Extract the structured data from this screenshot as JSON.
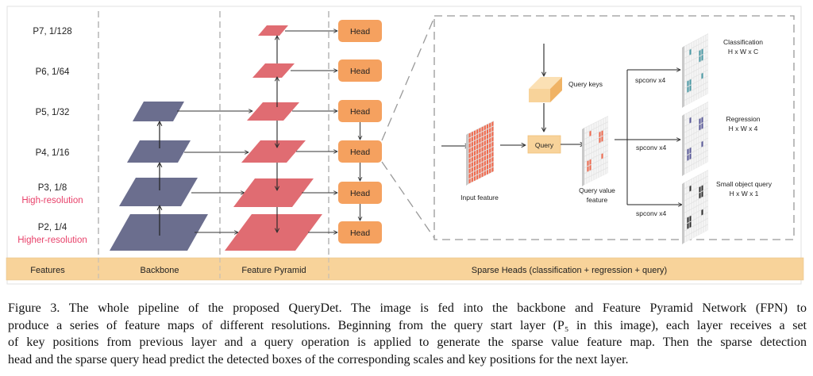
{
  "features": {
    "levels": [
      {
        "name": "P7, 1/128",
        "note": ""
      },
      {
        "name": "P6, 1/64",
        "note": ""
      },
      {
        "name": "P5, 1/32",
        "note": ""
      },
      {
        "name": "P4, 1/16",
        "note": ""
      },
      {
        "name": "P3, 1/8",
        "note": "High-resolution"
      },
      {
        "name": "P2, 1/4",
        "note": "Higher-resolution"
      }
    ]
  },
  "heads": {
    "label": "Head",
    "count": 6
  },
  "sparse_head": {
    "input_feature": "Input feature",
    "query_keys": "Query keys",
    "query": "Query",
    "query_value_feature_line1": "Query value",
    "query_value_feature_line2": "feature",
    "spconv": "spconv x4",
    "outputs": [
      {
        "title": "Classification",
        "shape": "H x W x C",
        "cell_color": "#4a9aa6"
      },
      {
        "title": "Regression",
        "shape": "H x W x 4",
        "cell_color": "#5a5a9a"
      },
      {
        "title": "Small object query",
        "shape": "H x W x 1",
        "cell_color": "#2f2f2f"
      }
    ]
  },
  "bottom_band": {
    "features": "Features",
    "backbone": "Backbone",
    "feature_pyramid": "Feature Pyramid",
    "sparse_heads": "Sparse Heads (classification + regression + query)"
  },
  "colors": {
    "backbone": "#6b6e8e",
    "pyramid": "#e06c72",
    "head": "#f5a15f",
    "band": "#f8d39a",
    "query_box": "#f8d39a",
    "input_cell": "#f06a4e",
    "highlight_text": "#e8416a"
  },
  "caption": {
    "lines": [
      "Figure 3.  The whole pipeline of the proposed QueryDet.  The image is fed into the backbone and Feature Pyramid Network (FPN) to",
      "produce a series of feature maps of different resolutions. Beginning from the query start layer (P₅ in this image), each layer receives a set",
      "of key positions from previous layer and a query operation is applied to generate the sparse value feature map. Then the sparse detection",
      "head and the sparse query head predict the detected boxes of the corresponding scales and key positions for the next layer."
    ]
  }
}
